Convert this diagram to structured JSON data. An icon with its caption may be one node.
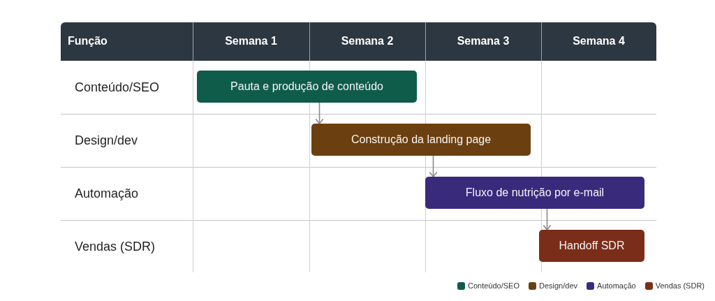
{
  "diagram": {
    "nodes": [
      {
        "text": [
          "Pauta e produção de conteúdo"
        ]
      },
      {
        "text": [
          "Construção da landing page"
        ]
      },
      {
        "text": [
          "Fluxo de nutrição por e-mail"
        ]
      },
      {
        "text": [
          "Handoff SDR"
        ]
      }
    ],
    "edges": [
      {
        "from": 0,
        "to": 1,
        "arrow": "to"
      },
      {
        "from": 1,
        "to": 2,
        "arrow": "to"
      },
      {
        "from": 2,
        "to": 3,
        "arrow": "to"
      }
    ],
    "labels": [
      "Função",
      "Semana 1",
      "Semana 2",
      "Semana 3",
      "Semana 4",
      "Conteúdo/SEO",
      "Design/dev",
      "Automação",
      "Vendas (SDR)"
    ],
    "legend": [
      {
        "text": "Conteúdo/SEO",
        "color": "#0f5c4b"
      },
      {
        "text": "Design/dev",
        "color": "#6b3f0f"
      },
      {
        "text": "Automação",
        "color": "#3a2a7c"
      },
      {
        "text": "Vendas (SDR)",
        "color": "#7a2d18"
      }
    ]
  }
}
